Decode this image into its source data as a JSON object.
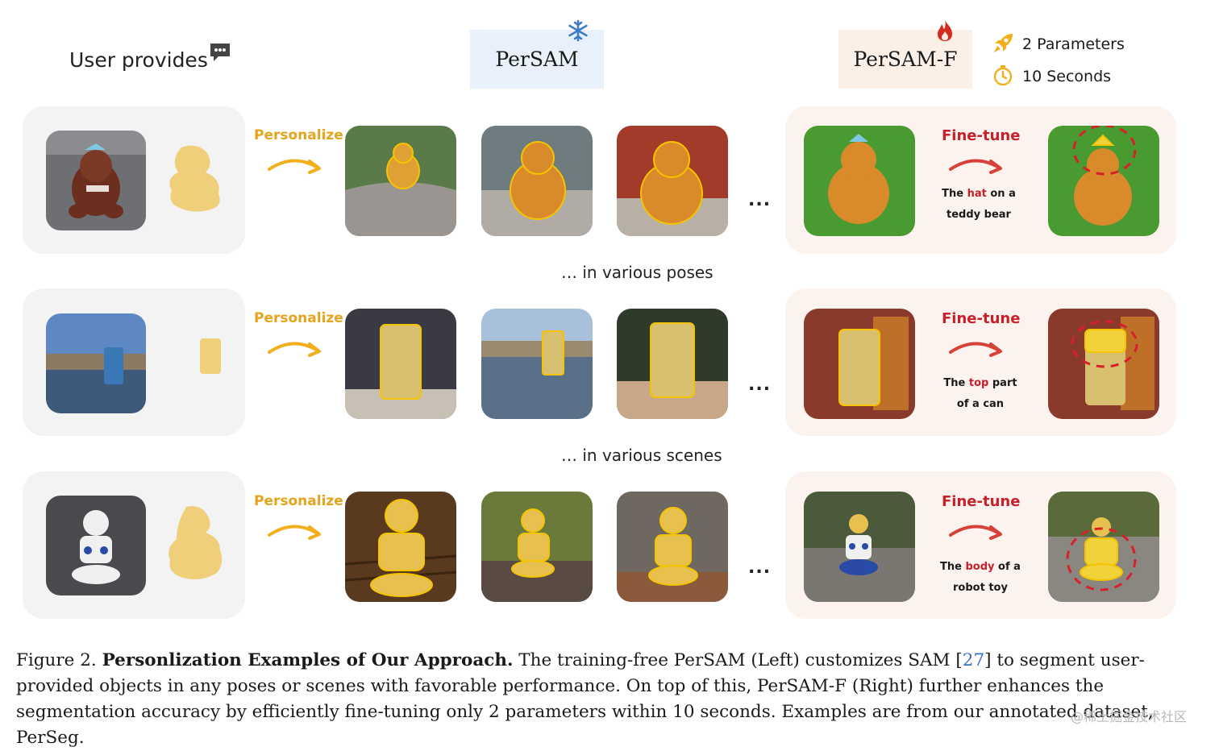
{
  "header": {
    "user_provides": "User provides",
    "persam": "PerSAM",
    "persam_f": "PerSAM-F",
    "stat_params": "2 Parameters",
    "stat_time": "10 Seconds",
    "icons": [
      "chat-bubble-icon",
      "snowflake-icon",
      "fire-icon",
      "rocket-icon",
      "stopwatch-icon"
    ]
  },
  "labels": {
    "personalize": "Personalize",
    "finetune": "Fine-tune",
    "dots": "...",
    "poses": "… in various poses",
    "scenes": "… in various scenes"
  },
  "rows": [
    {
      "desc_pre": "The ",
      "desc_hl": "hat",
      "desc_post": " on a",
      "desc_line2": "teddy bear"
    },
    {
      "desc_pre": "The ",
      "desc_hl": "top",
      "desc_post": " part",
      "desc_line2": "of a can"
    },
    {
      "desc_pre": "The ",
      "desc_hl": "body",
      "desc_post": " of a",
      "desc_line2": "robot toy"
    }
  ],
  "caption": {
    "prefix": "Figure 2. ",
    "bold": "Personlization Examples of Our Approach.",
    "text1": " The training-free PerSAM (Left) customizes SAM [",
    "cite": "27",
    "text2": "] to segment user-provided objects in any poses or scenes with favorable performance. On top of this, PerSAM-F (Right) further enhances the segmentation accuracy by efficiently fine-tuning only 2 parameters within 10 seconds. Examples are from our annotated dataset, PerSeg."
  },
  "watermark": "@稀土掘金技术社区",
  "colors": {
    "personalize": "#e6a31c",
    "finetune": "#c8202a",
    "mask": "#efcf7a",
    "persam_bg": "#e8f0fb",
    "persam_f_bg": "#fbefe6"
  }
}
